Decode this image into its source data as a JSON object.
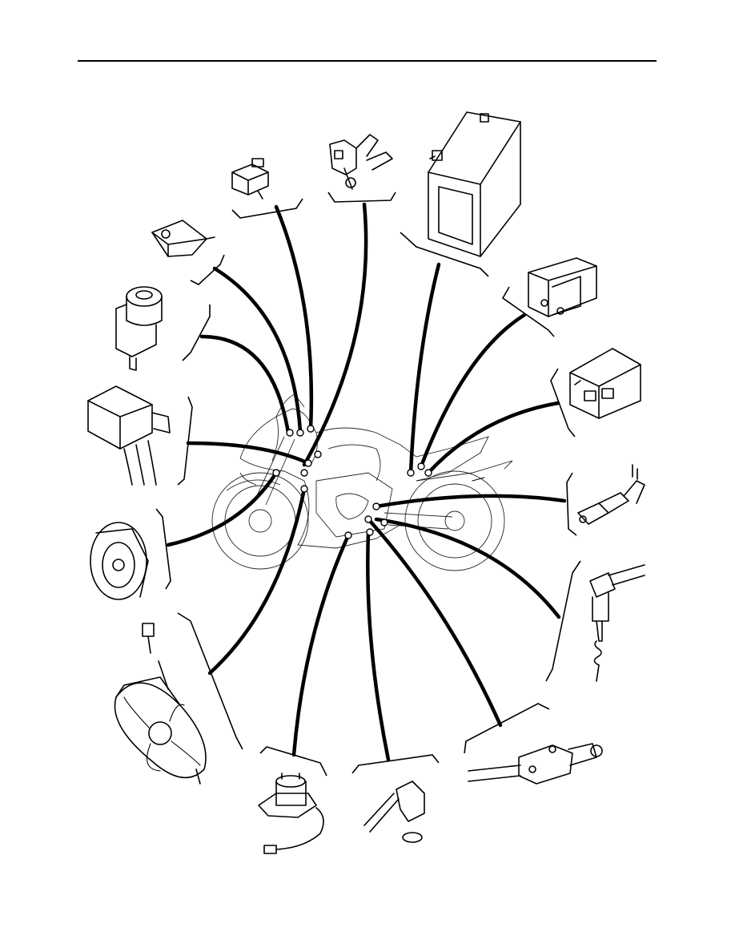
{
  "page": {
    "background_color": "#ffffff",
    "ink_color": "#000000"
  },
  "components": [
    "front-brake-light-switch",
    "clutch-switch",
    "main-switch",
    "ignition-coil",
    "horn",
    "radiator-fan-motor",
    "fuel-sender",
    "speed-sensor",
    "oil-level-switch",
    "neutral-switch",
    "spark-plug-cap",
    "fuse-box",
    "starter-relay",
    "battery",
    "throttle-position-sensor",
    "rear-brake-light-switch"
  ]
}
